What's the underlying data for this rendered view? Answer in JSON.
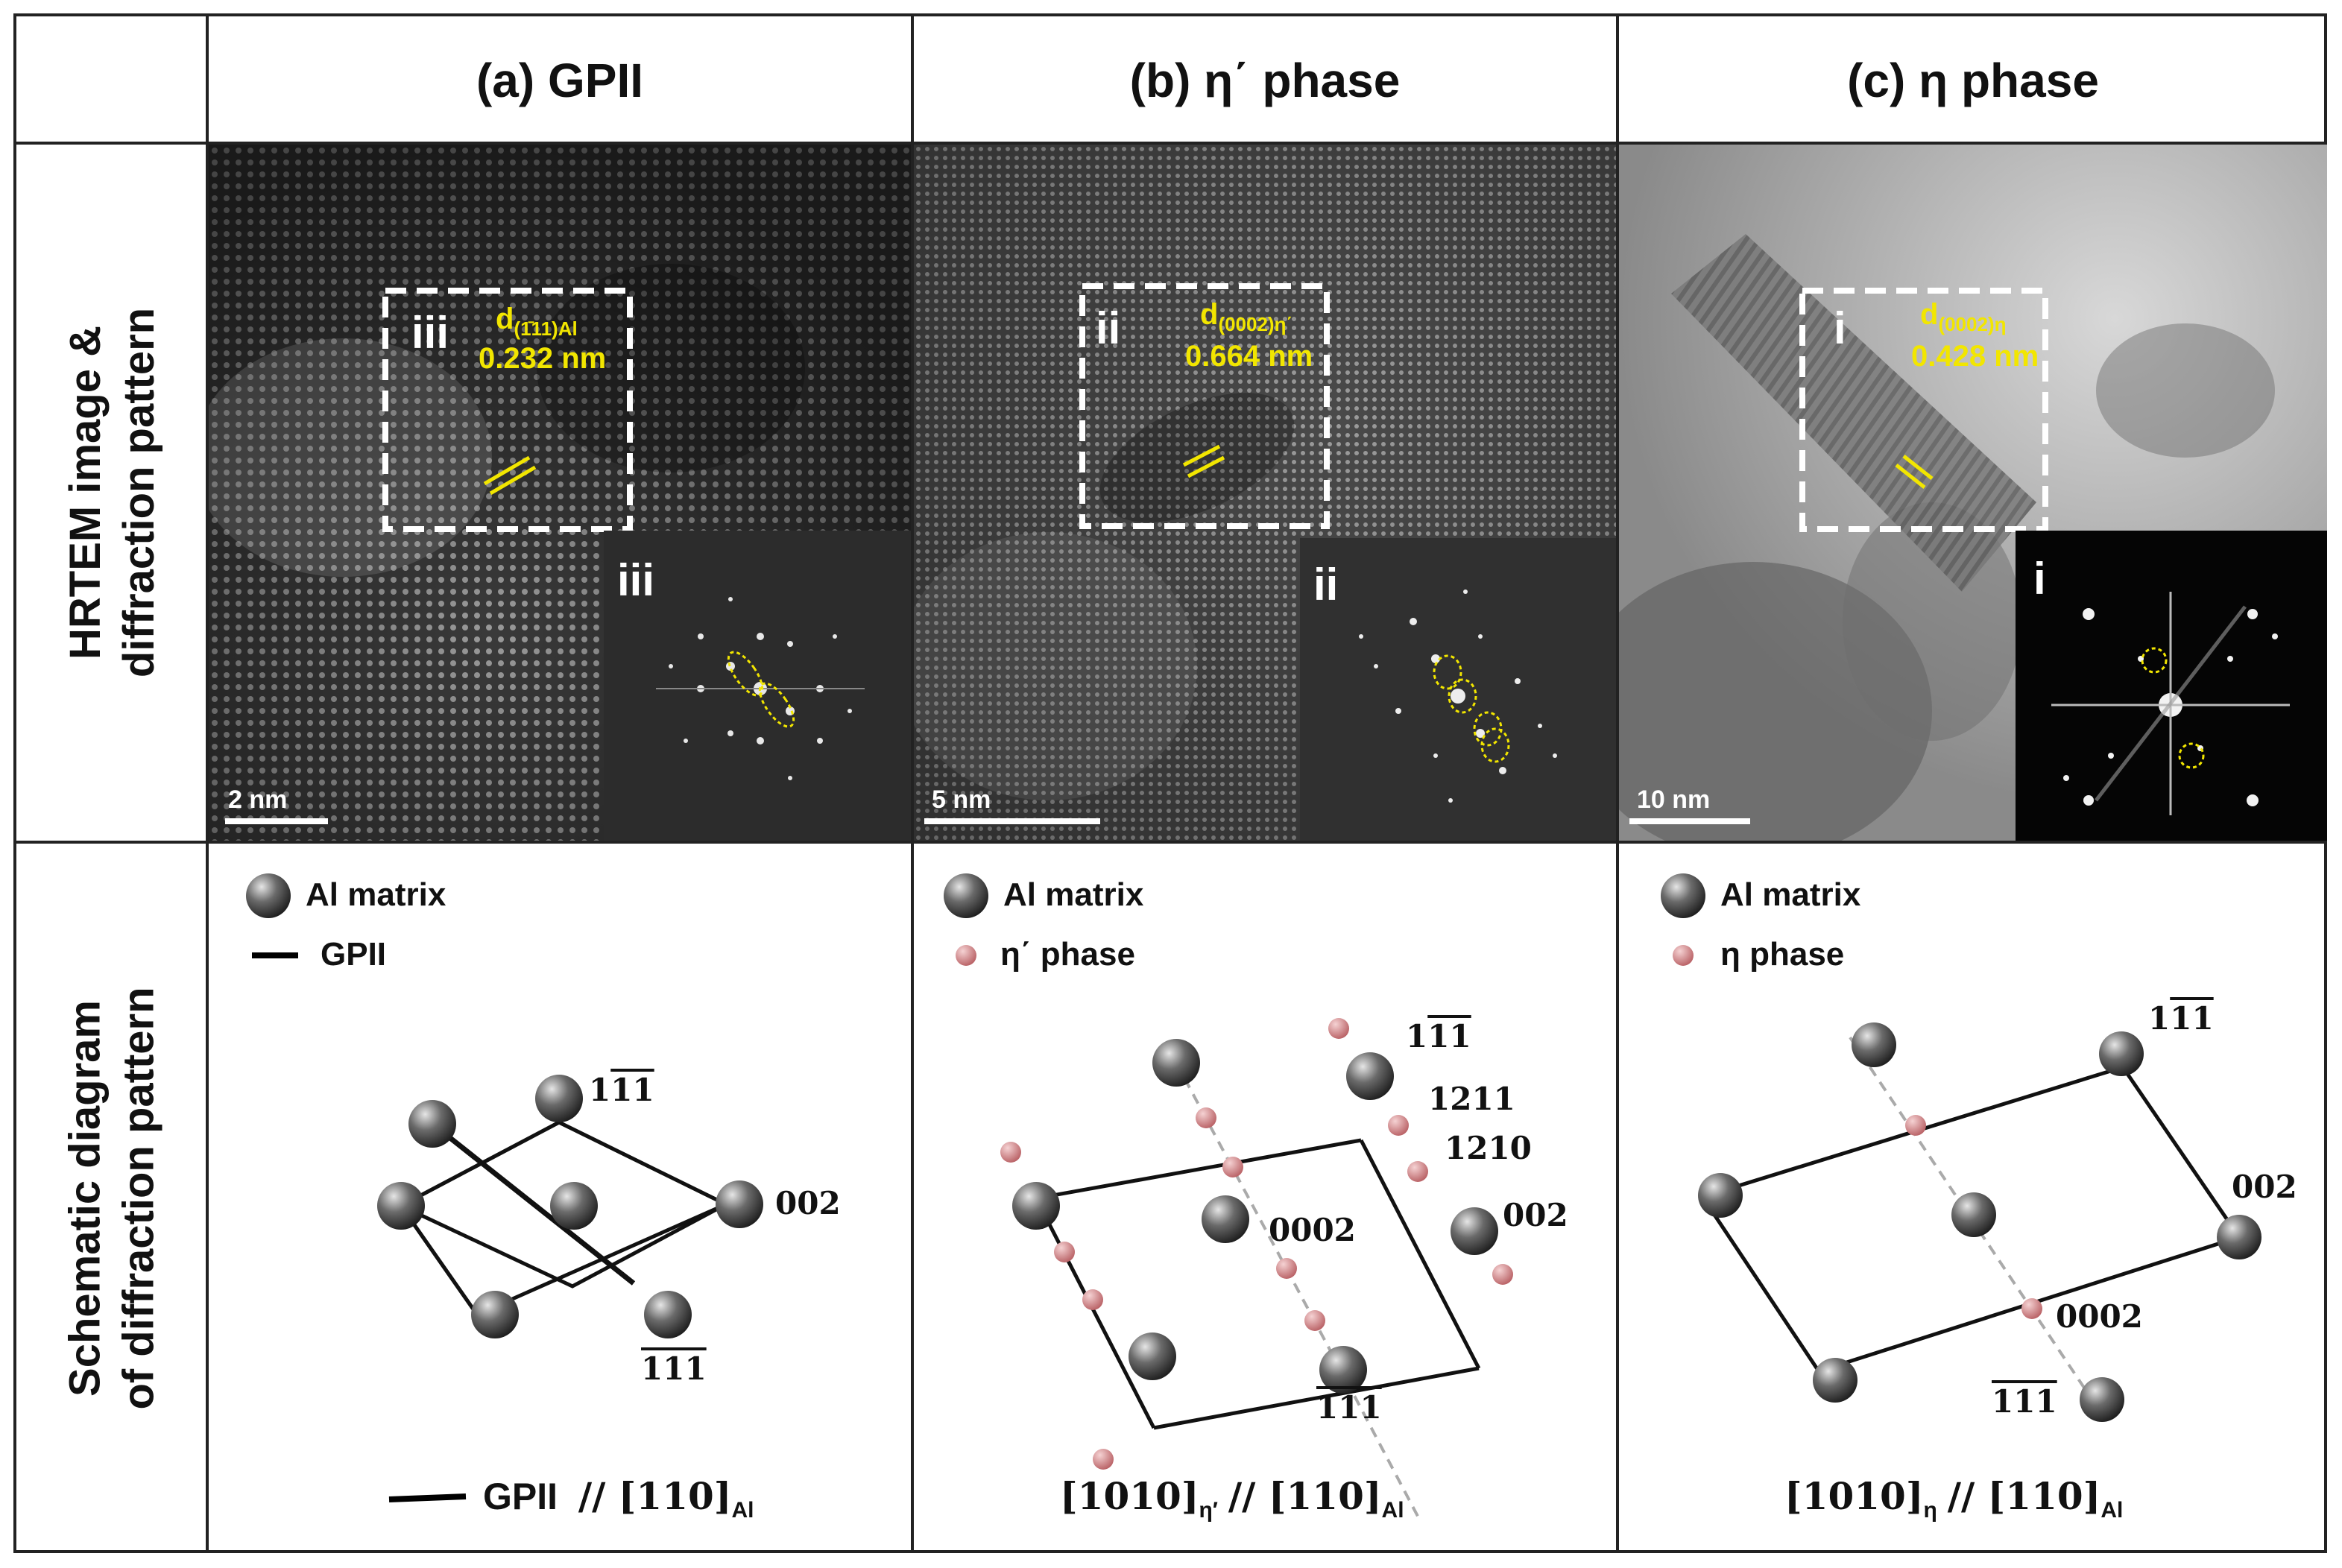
{
  "headers": {
    "a": "(a) GPII",
    "b": "(b) η΄ phase",
    "c": "(c) η phase"
  },
  "row_labels": {
    "hrtem_line1": "HRTEM image &",
    "hrtem_line2": "diffraction pattern",
    "schematic_line1": "Schematic diagram",
    "schematic_line2": "of diffraction pattern"
  },
  "hrtem": {
    "a": {
      "box_label": "iii",
      "d_label": "d",
      "d_sub": "(1̄11)Al",
      "spacing": "0.232 nm",
      "fft_label": "iii",
      "scale": "2 nm"
    },
    "b": {
      "box_label": "ii",
      "d_label": "d",
      "d_sub": "(0002)η΄",
      "spacing": "0.664 nm",
      "fft_label": "ii",
      "scale": "5 nm"
    },
    "c": {
      "box_label": "i",
      "d_label": "d",
      "d_sub": "(0002)η",
      "spacing": "0.428 nm",
      "fft_label": "i",
      "scale": "10 nm"
    }
  },
  "schematic": {
    "a": {
      "legend_matrix": "Al matrix",
      "legend_phase": "GPII",
      "idx_1m11": "11",
      "idx_002": "002",
      "idx_m111": "111",
      "caption_phase": "GPII",
      "caption_rel": "// [110]",
      "caption_sub": "Al"
    },
    "b": {
      "legend_matrix": "Al matrix",
      "legend_phase": "η΄ phase",
      "idx_1m11": "11",
      "idx_12m11m": "1211",
      "idx_12m10": "1210",
      "idx_0002": "0002",
      "idx_002": "002",
      "idx_m111": "111",
      "caption_left": "[1010]",
      "caption_left_sub": "η′",
      "caption_rel": "// [110]",
      "caption_sub": "Al"
    },
    "c": {
      "legend_matrix": "Al matrix",
      "legend_phase": "η phase",
      "idx_1m11": "11",
      "idx_002": "002",
      "idx_0002": "0002",
      "idx_m111": "111",
      "caption_left": "[1010]",
      "caption_left_sub": "η",
      "caption_rel": "// [110]",
      "caption_sub": "Al"
    }
  },
  "colors": {
    "annotation_yellow": "#f2e600",
    "phase_particle": "#d9898c",
    "matrix_atom": "#444444"
  }
}
